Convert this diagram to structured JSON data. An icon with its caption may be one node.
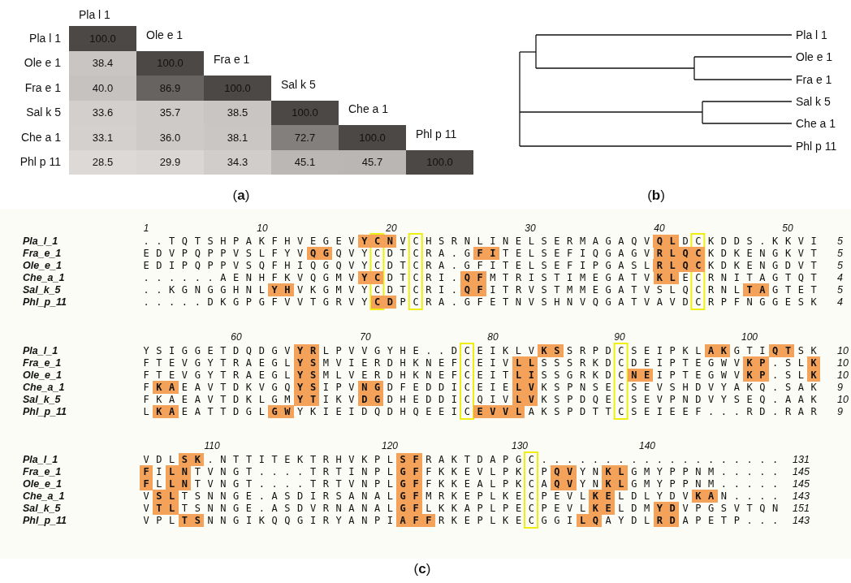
{
  "diagram": {
    "labels": [
      "Pla l 1",
      "Pla l 1",
      "100.0",
      "Ole e 1",
      "Ole e 1",
      "38.4",
      "100.0",
      "Fra e 1",
      "Fra e 1",
      "40.0",
      "86.9",
      "100.0",
      "Sal k 5",
      "Sal k 5",
      "33.6",
      "35.7",
      "38.5",
      "100.0",
      "Che a 1",
      "Che a 1",
      "33.1",
      "36.0",
      "38.1",
      "72.7",
      "100.0",
      "Phl p 11",
      "Phl p 11",
      "28.5",
      "29.9",
      "34.3",
      "45.1",
      "45.7",
      "100.0",
      "(**a**)",
      "Pla l 1",
      "Ole e 1",
      "Fra e 1",
      "Sal k 5",
      "Che a 1",
      "Phl p 11",
      "(**b**)",
      "1",
      "10",
      "20",
      "30",
      "40",
      "50",
      "Pla_l_1",
      ". . T Q T S H P A K F H V E G E V **Y C N** V C H S R N L I N E L S E R M A G A Q V **Q L** D C K D D S . K K V I",
      "5",
      "Fra_e_1",
      "E D V P Q P P V S L F Y V **Q G** Q V Y C D T C R A . G **F I** T E L S E F I Q G A G V **R L Q C** K D K E N G K V T",
      "5",
      "Ole_e_1",
      "E D I P Q P P V S Q F H I Q G Q V Y C D T C R A . G F I T E L S E F I P G A S L **R L Q C** K D K E N G D V T",
      "5",
      "Che_a_1",
      ". . . . . . A E N H F K V Q G M V **Y C** D T C R I . **Q F** M T R I S T I M E G A T V **K L** E C R N I T A G T Q T",
      "4",
      "Sal_k_5",
      ". . K G N G G H N L **Y H** V K G M V Y C D T C R I . **Q F** I T R V S T M M E G A T V S L Q C R N L **T A** G T E T",
      "5",
      "Phl_p_11",
      ". . . . . D K G P G F V V T G R V Y **C D** P C R A . G F E T N V S H N V Q G A T V A V D C R P F N G G E S K",
      "4",
      "60",
      "70",
      "80",
      "90",
      "100",
      "Pla_l_1",
      "Y S I G G E T D Q D G V **Y R** L P V V G Y H E . . D C E I K L V **K S** S R P D C S E I P K L **A K** G T I **Q T** S K",
      "10",
      "Fra_e_1",
      "F T E V G Y T R A E G L **Y S** M V I E R D H K N E F C E I V **L L** S S S R K D C D E I P T E G W V **K P** . S L **K**",
      "10",
      "Ole_e_1",
      "F T E V G Y T R A E G L **Y S** M L V E R D H K N E F C E I T **L I** S S G R K D C **N E** I P T E G W V **K P** . S L **K**",
      "10",
      "Che_a_1",
      "F **K A** E A V T D K V G Q **Y S** I P V **N G** D F E D D I C E I E **L V** K S P N S E C S E V S H D V Y A K Q . S A K",
      "9",
      "Sal_k_5",
      "F K A E A V T D K L G M **Y T** I K V **D G** D H E D D I C Q I V **L V** K S P D Q E C S E V P N D V Y S E Q . A A K",
      "10",
      "Phl_p_11",
      "L **K A** E A T T D G L **G W** Y K I E I D Q D H Q E E I C **E V V L** A K S P D T T C S E I E E F . . . R D . R A R",
      "9",
      "110",
      "120",
      "130",
      "140",
      "Pla_l_1",
      "V D L **S K** . N T T I T E K T R H V K P L **S F** R A K T D A P G C . . . . . . . . . . . . . . . . . . .",
      "131",
      "Fra_e_1",
      "**F** I **L N** T V N G T . . . . T R T I N P L **G F** F K K E V L P K C P **Q V** Y N **K L** G M Y P P N M . . . . .",
      "145",
      "Ole_e_1",
      "**F** L **L N** T V N G T . . . . T R T V N P L **G F** F K K E A L P K C A **Q V** Y N **K L** G M Y P P N M . . . . .",
      "145",
      "Che_a_1",
      "V **S L** T S N N G E . A S D I R S A N A L **G F** M R K E P L K E C P E V L **K E** L D L Y D V **K A** N . . . .",
      "143",
      "Sal_k_5",
      "V **T L** T S N N G E . A S D V R N A N A L **G F** L K K A P L P E C P E V L **K E** L D M **Y D** V P G S V T Q N",
      "151",
      "Phl_p_11",
      "V P L **T S** N N G I K Q Q G I R Y A N P I **A F F** R K E P L K E C G G I **L Q** A Y D L **R D** A P E T P . . .",
      "143",
      "(**c**)"
    ]
  }
}
